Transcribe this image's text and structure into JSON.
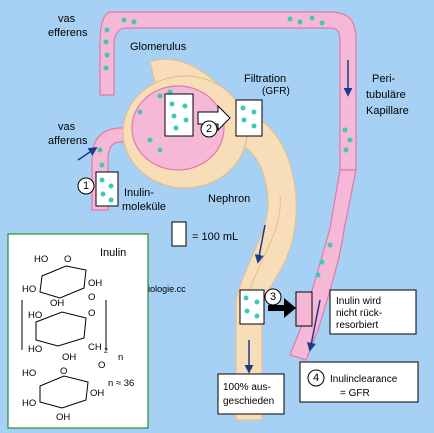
{
  "labels": {
    "vas_efferens": [
      "vas",
      "efferens"
    ],
    "vas_afferens": [
      "vas",
      "afferens"
    ],
    "glomerulus": "Glomerulus",
    "filtration": "Filtration",
    "gfr": "(GFR)",
    "peritubulaere": [
      "Peri-",
      "tubuläre",
      "Kapillare"
    ],
    "nephron": "Nephron",
    "inulin_molekuele": [
      "Inulin-",
      "moleküle"
    ],
    "volume_legend": "= 100 mL",
    "copyright": "© physiologie.cc",
    "inulin_title": "Inulin",
    "n_label": "n",
    "n_value": "n ≈ 36"
  },
  "steps": [
    {
      "num": "1"
    },
    {
      "num": "2"
    },
    {
      "num": "3"
    },
    {
      "num": "4",
      "text": [
        "Inulinclearance",
        "= GFR"
      ]
    }
  ],
  "boxes": {
    "not_reabsorbed": [
      "Inulin wird",
      "nicht rück-",
      "resorbiert"
    ],
    "excreted": [
      "100% aus-",
      "geschieden"
    ]
  },
  "chem_labels": {
    "ho": "HO",
    "oh": "OH",
    "o": "O",
    "ch2": "CH",
    "sub2": "2"
  },
  "colors": {
    "background": "#a6d0f4",
    "capillary": "#f5b8d6",
    "capillary_stroke": "#e07aa8",
    "tubule": "#f7ddb8",
    "inulin_dot": "#3fc7b7",
    "arrow": "#1a3a8a",
    "box_fill": "#ffffff"
  }
}
